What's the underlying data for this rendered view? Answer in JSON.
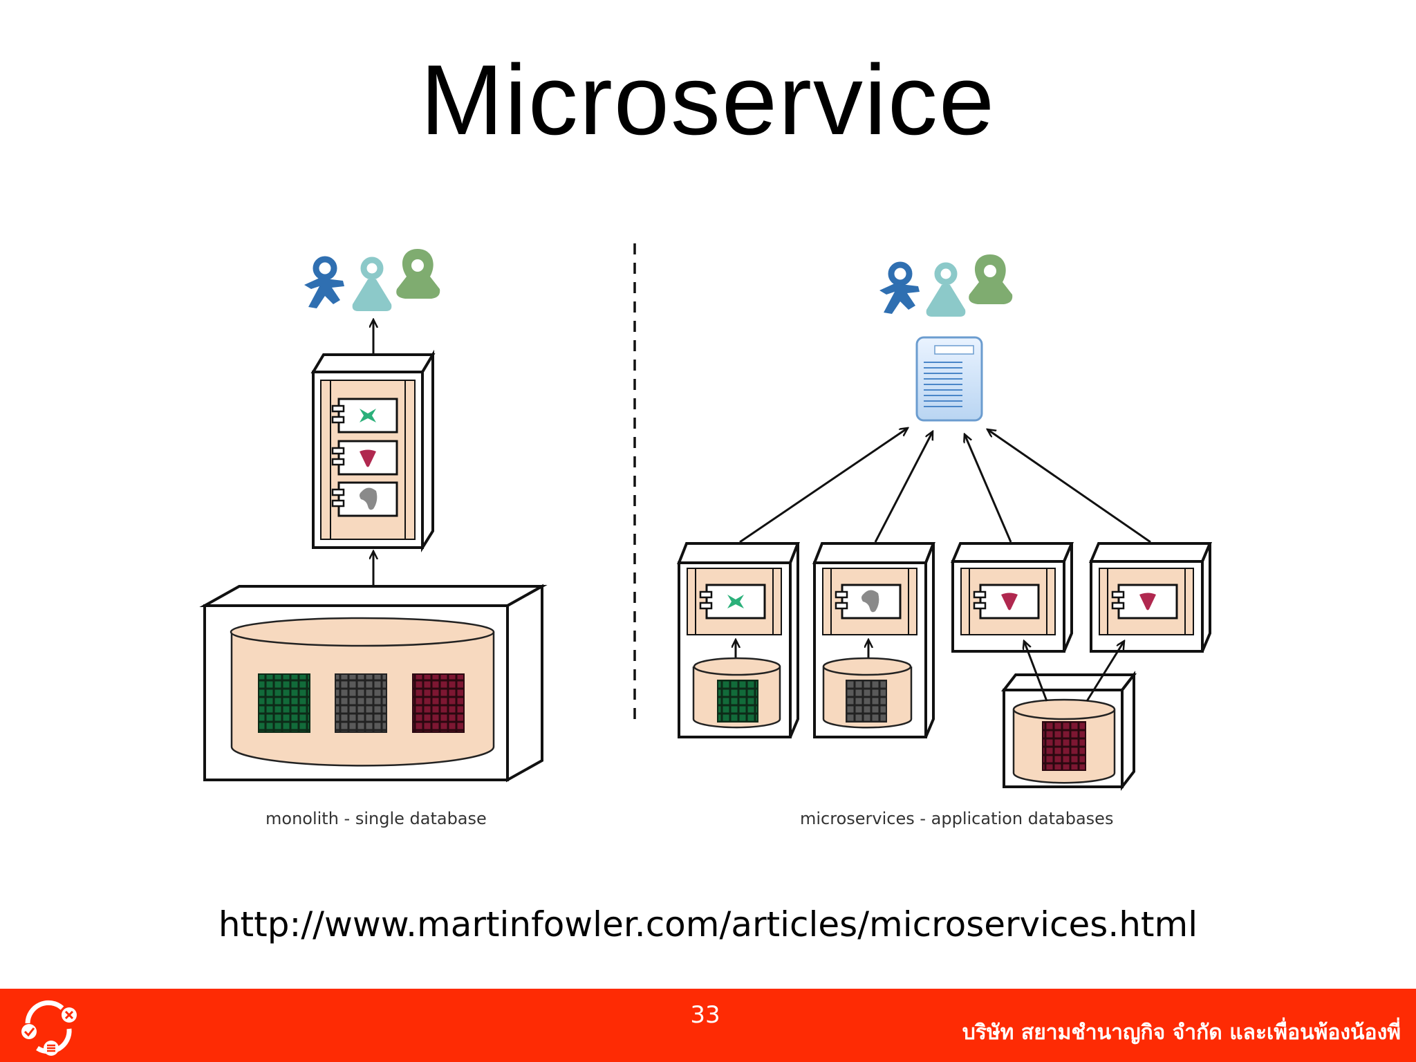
{
  "slide": {
    "title": "Microservice",
    "source_url": "http://www.martinfowler.com/articles/microservices.html"
  },
  "diagram": {
    "left_caption": "monolith - single database",
    "right_caption": "microservices - application databases"
  },
  "footer": {
    "page_number": "33",
    "company": "บริษัท สยามชำนาญกิจ จำกัด และเพื่อนพ้องน้องพี่",
    "background_color": "#fe2b04",
    "logo_icon": "recycle-arrows-logo-icon"
  },
  "colors": {
    "box_fill": "#f7d9bf",
    "user_blue": "#2f6fb1",
    "user_teal": "#8cc9c9",
    "user_green": "#7fac70",
    "grid_green": "#126b3a",
    "grid_gray": "#5a5a5a",
    "grid_maroon": "#7d1732",
    "heart_red": "#b0284f",
    "x_green": "#2bb07a",
    "blob_gray": "#8a8a8a"
  }
}
